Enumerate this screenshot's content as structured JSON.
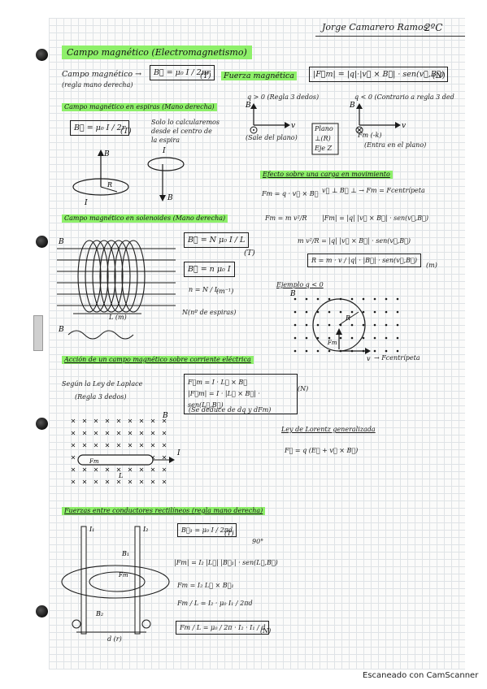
{
  "header": {
    "author": "Jorge Camarero Ramos",
    "course": "2ºC"
  },
  "title": "Campo magnético (Electromagnetismo)",
  "sec1": {
    "label": "Campo magnético →",
    "sub": "(regla mano derecha)",
    "formula": "B⃗ = μ₀ I / 2πr",
    "unit": "(T)"
  },
  "force": {
    "label": "Fuerza magnética",
    "formula": "|F⃗m| = |q|·|v⃗ × B⃗| · sen(v⃗,B⃗)",
    "unit": "(N)",
    "pos": "q > 0 (Regla 3 dedos)",
    "neg": "q < 0 (Contrario a regla 3 ded",
    "out": "(Sale del plano)",
    "plane_t1": "Plano",
    "plane_t2": "⊥(R)",
    "plane_t3": "Eje Z",
    "in": "(Entra en el plano)",
    "fm_neg": "Fm (-k)"
  },
  "spire": {
    "label": "Campo magnético en espiras (Mano derecha)",
    "formula": "B⃗ = μ₀ I / 2r",
    "unit": "(T)",
    "note1": "Solo lo calcularemos",
    "note2": "desde el centro de",
    "note3": "la espira"
  },
  "effect": {
    "label": "Efecto sobre una carga en movimiento",
    "l1": "Fm = q · v⃗ × B⃗",
    "l1b": "v⃗ ⊥ B⃗ ⊥ → Fm = Fcentrípeta",
    "l2a": "Fm = m v²/R",
    "l2b": "|Fm| = |q| |v⃗ × B⃗| · sen(v⃗,B⃗)",
    "l3": "m v²/R = |q| |v⃗ × B⃗| · sen(v⃗,B⃗)",
    "rbox": "R = m · v / |q| · |B⃗| · sen(v⃗,B⃗)",
    "runit": "(m)",
    "example": "Ejemplo q < 0",
    "fcent": "→ Fcentrípeta"
  },
  "solenoid": {
    "label": "Campo magnético en solenoides (Mano derecha)",
    "f1": "B⃗ = N μ₀ I / L",
    "f2": "B⃗ = n μ₀ I",
    "unit": "(T)",
    "n": "n = N / L",
    "nunit": "(m⁻¹)",
    "N": "N(nº de espiras)",
    "L": "L (m)"
  },
  "current": {
    "label": "Acción de un campo magnético sobre corriente eléctrica",
    "laplace": "Según la Ley de Laplace",
    "rule": "(Regla 3 dedos)",
    "f1": "F⃗m = I · L⃗ × B⃗",
    "f2": "|F⃗m| = I · |L⃗ × B⃗| · sen(L⃗,B⃗)",
    "unit": "(N)",
    "deduce": "(Se deduce de dq y dFm)",
    "lorentz": "Ley de Lorentz generalizada",
    "lorentz_f": "F⃗ = q (E⃗ + v⃗ × B⃗)"
  },
  "parallel": {
    "label": "Fuerzas entre conductores rectilíneos (regla mano derecha)",
    "f1": "B⃗₁ = μ₀ I / 2πd",
    "unit": "(T)",
    "angle": "90°",
    "f2": "|Fm| = I₂ |L⃗| |B⃗₁| · sen(L⃗,B⃗)",
    "f3": "Fm = I₂ L⃗ × B⃗₁",
    "f4": "Fm / L = I₂ · μ₀ I₁ / 2πd",
    "f5": "Fm / L = μ₀ / 2π · I₂ · I₁ / d",
    "f5unit": "(N)",
    "d": "d (r)"
  },
  "footer": "Escaneado con CamScanner"
}
